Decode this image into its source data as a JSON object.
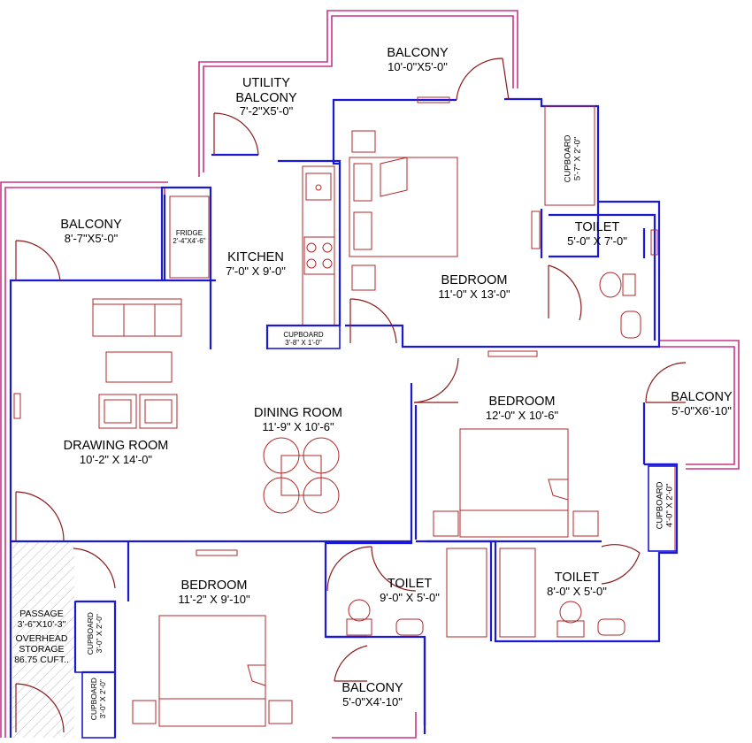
{
  "rooms": {
    "balcony_top": {
      "name": "BALCONY",
      "size": "10'-0\"X5'-0\""
    },
    "utility_balcony": {
      "name_line1": "UTILITY",
      "name_line2": "BALCONY",
      "size": "7'-2\"X5'-0\""
    },
    "balcony_left": {
      "name": "BALCONY",
      "size": "8'-7\"X5'-0\""
    },
    "kitchen": {
      "name": "KITCHEN",
      "size": "7'-0\" X 9'-0\""
    },
    "fridge": {
      "name": "FRIDGE",
      "size": "2'-4\"X4'-6\""
    },
    "cupboard_kitchen": {
      "name": "CUPBOARD",
      "size": "3'-8\" X 1'-0\""
    },
    "bedroom_master": {
      "name": "BEDROOM",
      "size": "11'-0\" X 13'-0\""
    },
    "cupboard_master": {
      "name": "CUPBOARD",
      "size": "5'-7\" X 2'-0\""
    },
    "toilet_master": {
      "name": "TOILET",
      "size": "5'-0\" X 7'-0\""
    },
    "balcony_right": {
      "name": "BALCONY",
      "size": "5'-0\"X6'-10\""
    },
    "bedroom_right": {
      "name": "BEDROOM",
      "size": "12'-0\" X 10'-6\""
    },
    "cupboard_right": {
      "name": "CUPBOARD",
      "size": "4'-0\" X 2'-0\""
    },
    "dining_room": {
      "name": "DINING ROOM",
      "size": "11'-9\" X 10'-6\""
    },
    "drawing_room": {
      "name": "DRAWING ROOM",
      "size": "10'-2\" X 14'-0\""
    },
    "bedroom_bottom": {
      "name": "BEDROOM",
      "size": "11'-2\" X 9'-10\""
    },
    "toilet_center": {
      "name": "TOILET",
      "size": "9'-0\" X 5'-0\""
    },
    "toilet_right": {
      "name": "TOILET",
      "size": "8'-0\" X 5'-0\""
    },
    "passage": {
      "name": "PASSAGE",
      "size": "3'-6\"X10'-3\"",
      "storage_line1": "OVERHEAD",
      "storage_line2": "STORAGE",
      "storage_line3": "86.75 CUFT.."
    },
    "cupboard_passage_1": {
      "name": "CUPBOARD",
      "size": "3'-0\" X 2'-0\""
    },
    "cupboard_passage_2": {
      "name": "CUPBOARD",
      "size": "3'-0\" X 2'-0\""
    },
    "balcony_bottom": {
      "name": "BALCONY",
      "size": "5'-0\"X4'-10\""
    }
  },
  "colors": {
    "wall_inner": "#1a1ad6",
    "wall_outer": "#cc3385",
    "furniture": "#b02828",
    "door_arc": "#8b1a1a",
    "hatch": "#b8b8b8",
    "text": "#000000"
  }
}
